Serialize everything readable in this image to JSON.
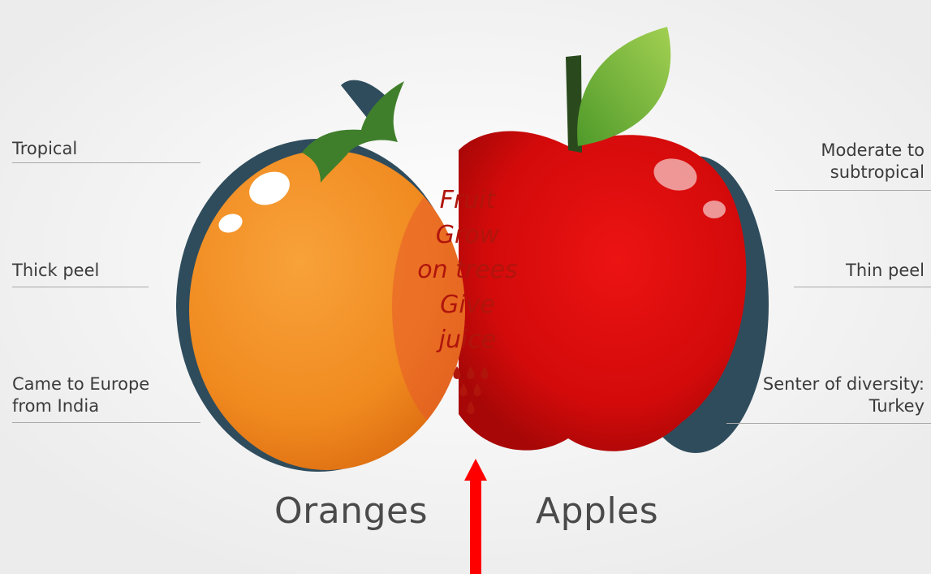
{
  "left_fruit": {
    "name": "Oranges",
    "traits": [
      "Tropical",
      "Thick peel",
      "Came to Europe\nfrom India"
    ]
  },
  "right_fruit": {
    "name": "Apples",
    "traits": [
      "Moderate to\nsubtropical",
      "Thin peel",
      "Senter of diversity:\nTurkey"
    ]
  },
  "overlap": [
    "Fruit",
    "Grow",
    "on trees",
    "Give",
    "juice"
  ],
  "colors": {
    "orange": "#f28a1e",
    "apple": "#d50a0a",
    "leaf": "#8cc63f",
    "shadow": "#2f4c5c",
    "arrow": "#ff0000",
    "overlap_text": "#b0150c"
  },
  "icons": [
    "juice-drops-icon",
    "up-arrow-icon"
  ]
}
